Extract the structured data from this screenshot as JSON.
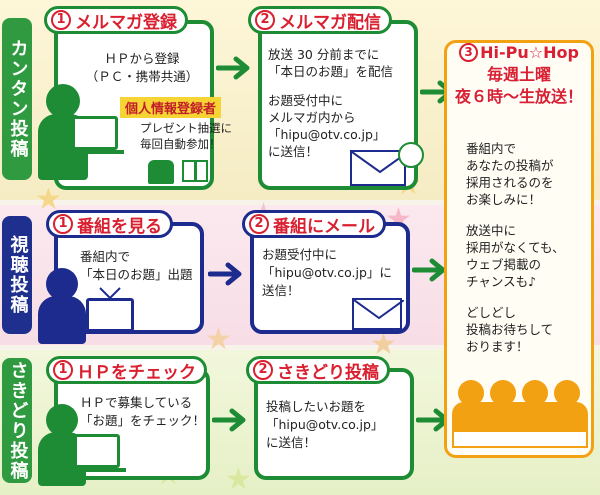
{
  "row1": {
    "tab": "カンタン投稿",
    "step1": {
      "num": "1",
      "title": "メルマガ登録",
      "text_1": "ＨＰから登録",
      "text_2": "（ＰＣ・携帯共通）"
    },
    "privacy": {
      "badge": "個人情報登録者",
      "text_1": "プレゼント抽選に",
      "text_2": "毎回自動参加！"
    },
    "step2": {
      "num": "2",
      "title": "メルマガ配信",
      "text_1": "放送 30 分前までに",
      "text_2": "「本日のお題」を配信",
      "text_3": "お題受付中に",
      "text_4": "メルマガ内から",
      "text_5": "「hipu@otv.co.jp」",
      "text_6": "に送信！"
    }
  },
  "row2": {
    "tab": "視聴投稿",
    "step1": {
      "num": "1",
      "title": "番組を見る",
      "text_1": "番組内で",
      "text_2": "「本日のお題」出題"
    },
    "step2": {
      "num": "2",
      "title": "番組にメール",
      "text_1": "お題受付中に",
      "text_2": "「hipu@otv.co.jp」に",
      "text_3": "送信！"
    }
  },
  "row3": {
    "tab": "さきどり投稿",
    "step1": {
      "num": "1",
      "title": "ＨＰをチェック",
      "text_1": "ＨＰで募集している",
      "text_2": "「お題」をチェック！"
    },
    "step2": {
      "num": "2",
      "title": "さきどり投稿",
      "text_1": "投稿したいお題を",
      "text_2": "「hipu@otv.co.jp」",
      "text_3": "に送信！"
    }
  },
  "final": {
    "num": "3",
    "title_1": "Hi-Pu☆Hop",
    "title_2": "毎週土曜",
    "title_3": "夜６時～生放送！",
    "para1": [
      "番組内で",
      "あなたの投稿が",
      "採用されるのを",
      "お楽しみに！"
    ],
    "para2": [
      "放送中に",
      "採用がなくても、",
      "ウェブ掲載の",
      "チャンスも♪"
    ],
    "para3": [
      "どしどし",
      "投稿お待ちして",
      "おります！"
    ]
  },
  "colors": {
    "green": "#1d8c35",
    "navy": "#1d2b8e",
    "red": "#d92030",
    "orange": "#f2a112"
  }
}
